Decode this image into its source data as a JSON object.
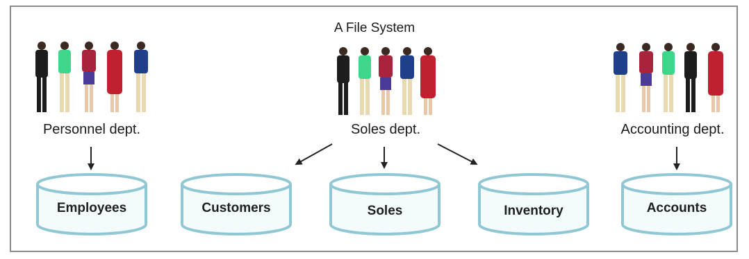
{
  "title": "A File System",
  "departments": [
    {
      "name": "Personnel dept."
    },
    {
      "name": "Soles dept."
    },
    {
      "name": "Accounting dept."
    }
  ],
  "databases": [
    {
      "label": "Employees"
    },
    {
      "label": "Customers"
    },
    {
      "label": "Soles"
    },
    {
      "label": "Inventory"
    },
    {
      "label": "Accounts"
    }
  ],
  "colors": {
    "cylinder_stroke": "#8fc8d4",
    "cylinder_fill": "#f4fbfc",
    "arrow": "#222222",
    "frame": "#8a8a8a"
  }
}
